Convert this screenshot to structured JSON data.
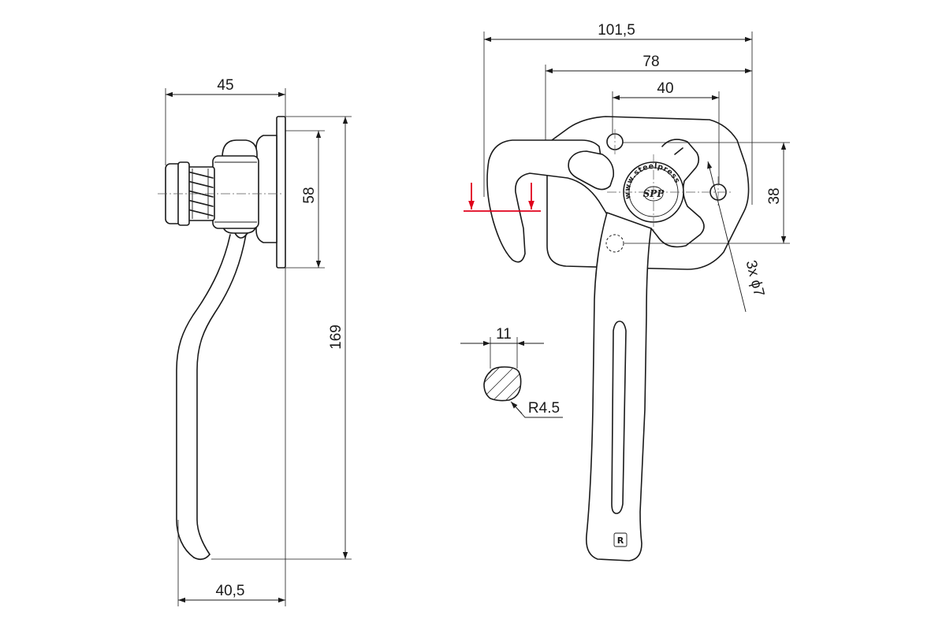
{
  "dimensions": {
    "side_width": "45",
    "plate_height": "58",
    "total_height": "169",
    "handle_offset": "40,5",
    "overall_width": "101,5",
    "hook_to_holes": "78",
    "hole_spacing": "40",
    "hole_vertical": "38",
    "holes_note": "3x ϕ7",
    "rod_width": "11",
    "rod_radius": "R4.5"
  },
  "logo": {
    "url_text": "www.steelpress.eu",
    "mark": "SPP"
  },
  "stamp": "R",
  "colors": {
    "line": "#1a1a1a",
    "marker": "#e0001b"
  }
}
